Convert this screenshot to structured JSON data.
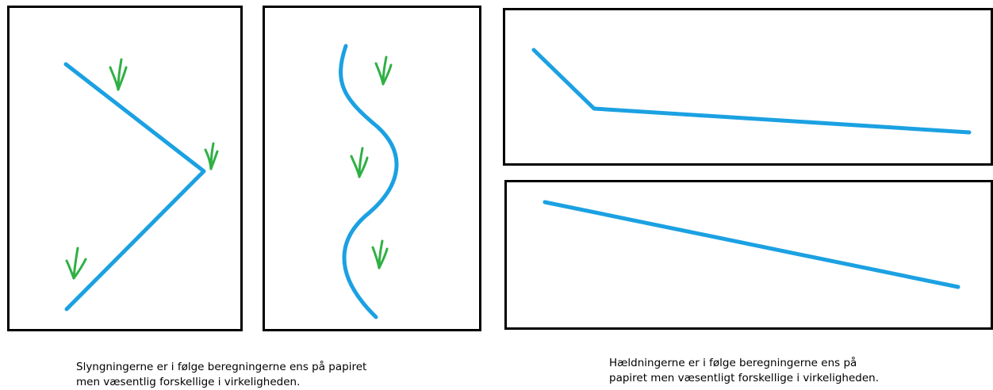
{
  "colors": {
    "river": "#1ba1e2",
    "grass": "#2fb044",
    "frame": "#000000"
  },
  "panels": {
    "meander_angular": {
      "icons": [
        "grass-icon",
        "grass-icon",
        "grass-icon"
      ]
    },
    "meander_curved": {
      "icons": [
        "grass-icon",
        "grass-icon",
        "grass-icon"
      ]
    },
    "slope_broken": {},
    "slope_straight": {}
  },
  "captions": {
    "left_line1": "Slyngningerne er i følge beregningerne ens på papiret",
    "left_line2": "men væsentlig forskellige i virkeligheden.",
    "right_line1": "Hældningerne er i følge beregningerne ens på",
    "right_line2": "papiret men væsentligt forskellige i virkeligheden."
  }
}
